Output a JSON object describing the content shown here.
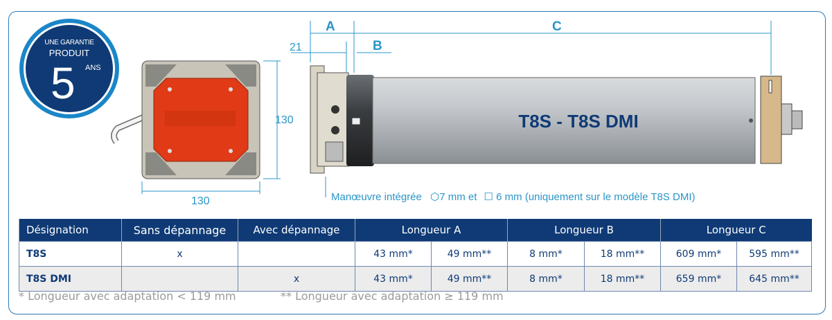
{
  "badge": {
    "line1": "UNE GARANTIE",
    "line2": "PRODUIT",
    "number": "5",
    "unit": "ANS"
  },
  "dimensions": {
    "front_width": "130",
    "front_height": "130",
    "A": "A",
    "B": "B",
    "C": "C",
    "flange": "21"
  },
  "motor_label": "T8S - T8S DMI",
  "note": {
    "text1": "Manœuvre intégrée",
    "hex_icon": "hexagon-icon",
    "text2": "7 mm et",
    "square_icon": "square-icon",
    "text3": "6 mm (uniquement sur le modèle T8S DMI)"
  },
  "table": {
    "headers": [
      "Désignation",
      "Sans dépannage",
      "Avec dépannage",
      "Longueur A",
      "Longueur B",
      "Longueur C"
    ],
    "rows": [
      {
        "name": "T8S",
        "sans": "x",
        "avec": "",
        "a1": "43 mm*",
        "a2": "49 mm**",
        "b1": "8 mm*",
        "b2": "18 mm**",
        "c1": "609 mm*",
        "c2": "595 mm**"
      },
      {
        "name": "T8S DMI",
        "sans": "",
        "avec": "x",
        "a1": "43 mm*",
        "a2": "49 mm**",
        "b1": "8 mm*",
        "b2": "18 mm**",
        "c1": "659 mm*",
        "c2": "645 mm**"
      }
    ]
  },
  "footnotes": [
    "* Longueur avec adaptation < 119 mm",
    "** Longueur avec adaptation ≥ 119 mm"
  ],
  "colors": {
    "navy": "#0f3a75",
    "accent": "#2a95c8",
    "red": "#e03a17"
  }
}
